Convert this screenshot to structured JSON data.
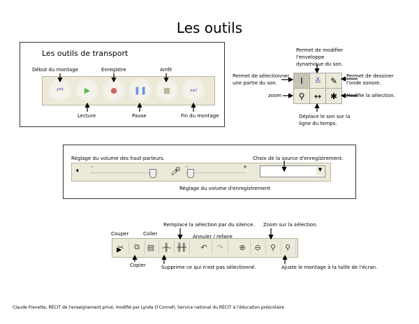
{
  "title": "Les outils",
  "transport": {
    "heading": "Les outils de transport",
    "labels": {
      "start": "Début du montage",
      "record": "Enregistre",
      "stop": "Arrêt",
      "play": "Lecture",
      "pause": "Pause",
      "end": "Fin du montage"
    }
  },
  "tools": {
    "envelope": "Permet de modifier l'enveloppe dynamique du son.",
    "select": "Permet de sélectionner une partie du son.",
    "draw": "Permet de dessiner l'onde sonore.",
    "zoom": "zoom",
    "multi": "Modifie la sélection.",
    "timeshift": "Déplace le son sur la ligne du temps."
  },
  "mixer": {
    "speaker_label": "Réglage du volume des haut-parleurs.",
    "source_label": "Choix de la source d'enregistrement.",
    "record_label": "Réglage du volume d'enregistrement",
    "minus": "-",
    "plus": "+",
    "source_value": ""
  },
  "edit": {
    "cut": "Couper",
    "copy": "Copier",
    "paste": "Coller",
    "trim": "Supprime ce qui n'est pas sélectionné.",
    "silence": "Remplace la  sélection par du silence.",
    "undo_redo": "Annuler / refaire",
    "zoom_sel": "Zoom sur la  sélection.",
    "fit": "Ajuste le montage à  la  taille de l'écran."
  },
  "footer": "Claude Frenette, RÉCIT de l'enseignement privé, modifié par Lynda O'Connell, Service national du RÉCIT à  l'éducation préscolaire"
}
